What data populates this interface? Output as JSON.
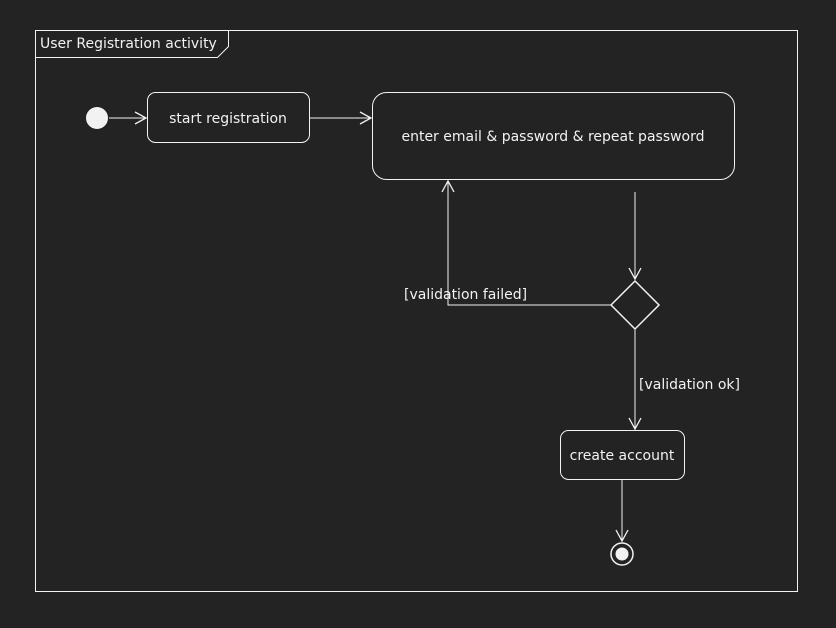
{
  "diagram": {
    "frame_title": "User Registration activity",
    "actions": {
      "start_registration": "start registration",
      "enter_credentials": "enter email & password & repeat password",
      "create_account": "create account"
    },
    "guards": {
      "validation_failed": "[validation failed]",
      "validation_ok": "[validation ok]"
    }
  },
  "colors": {
    "background": "#232323",
    "stroke": "#f2f2f2",
    "text": "#f2f2f2"
  }
}
